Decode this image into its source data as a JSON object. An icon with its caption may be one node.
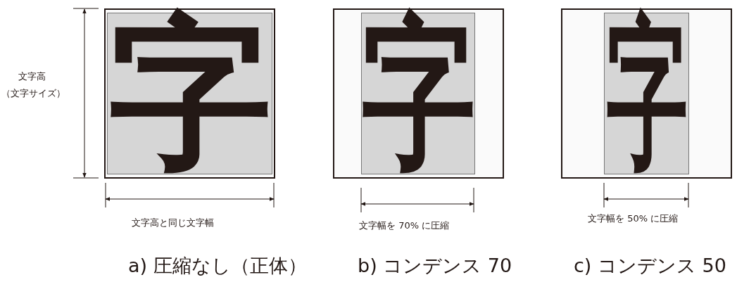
{
  "diagram": {
    "nodes": [
      {
        "text": [
          "字"
        ]
      },
      {
        "text": [
          "字"
        ]
      },
      {
        "text": [
          "字"
        ]
      }
    ],
    "labels": [
      "文字高",
      "（文字サイズ）",
      "文字高と同じ文字幅",
      "文字幅を 70% に圧縮",
      "文字幅を 50% に圧縮",
      "a) 圧縮なし（正体）",
      "b) コンデンス 70",
      "c) コンデンス 50"
    ]
  }
}
